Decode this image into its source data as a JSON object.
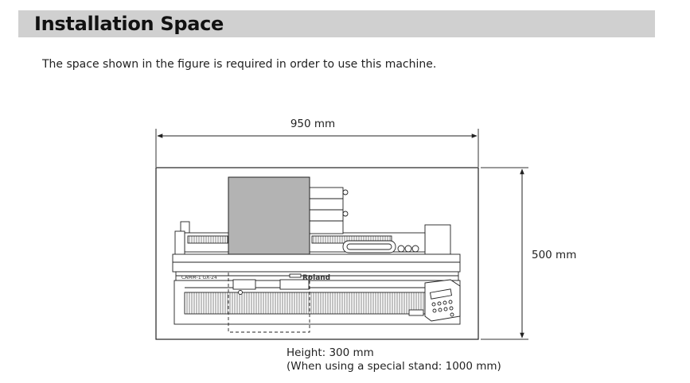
{
  "header": {
    "title": "Installation Space"
  },
  "intro_text": "The space shown in the figure is required in order to use this machine.",
  "figure": {
    "width_label": "950 mm",
    "depth_label": "500 mm",
    "brand_label": "Roland",
    "height_line1": "Height: 300 mm",
    "height_line2": "(When using a special stand: 1000 mm)"
  }
}
